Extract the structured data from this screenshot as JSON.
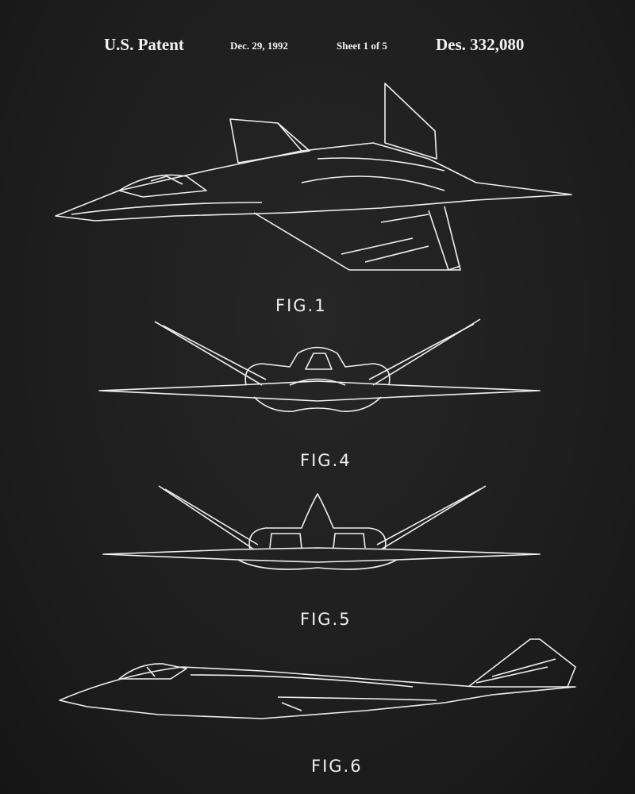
{
  "header": {
    "patent": "U.S. Patent",
    "date": "Dec. 29, 1992",
    "sheet": "Sheet 1 of 5",
    "number": "Des. 332,080"
  },
  "figures": [
    {
      "label": "FIG.1"
    },
    {
      "label": "FIG.4"
    },
    {
      "label": "FIG.5"
    },
    {
      "label": "FIG.6"
    }
  ]
}
